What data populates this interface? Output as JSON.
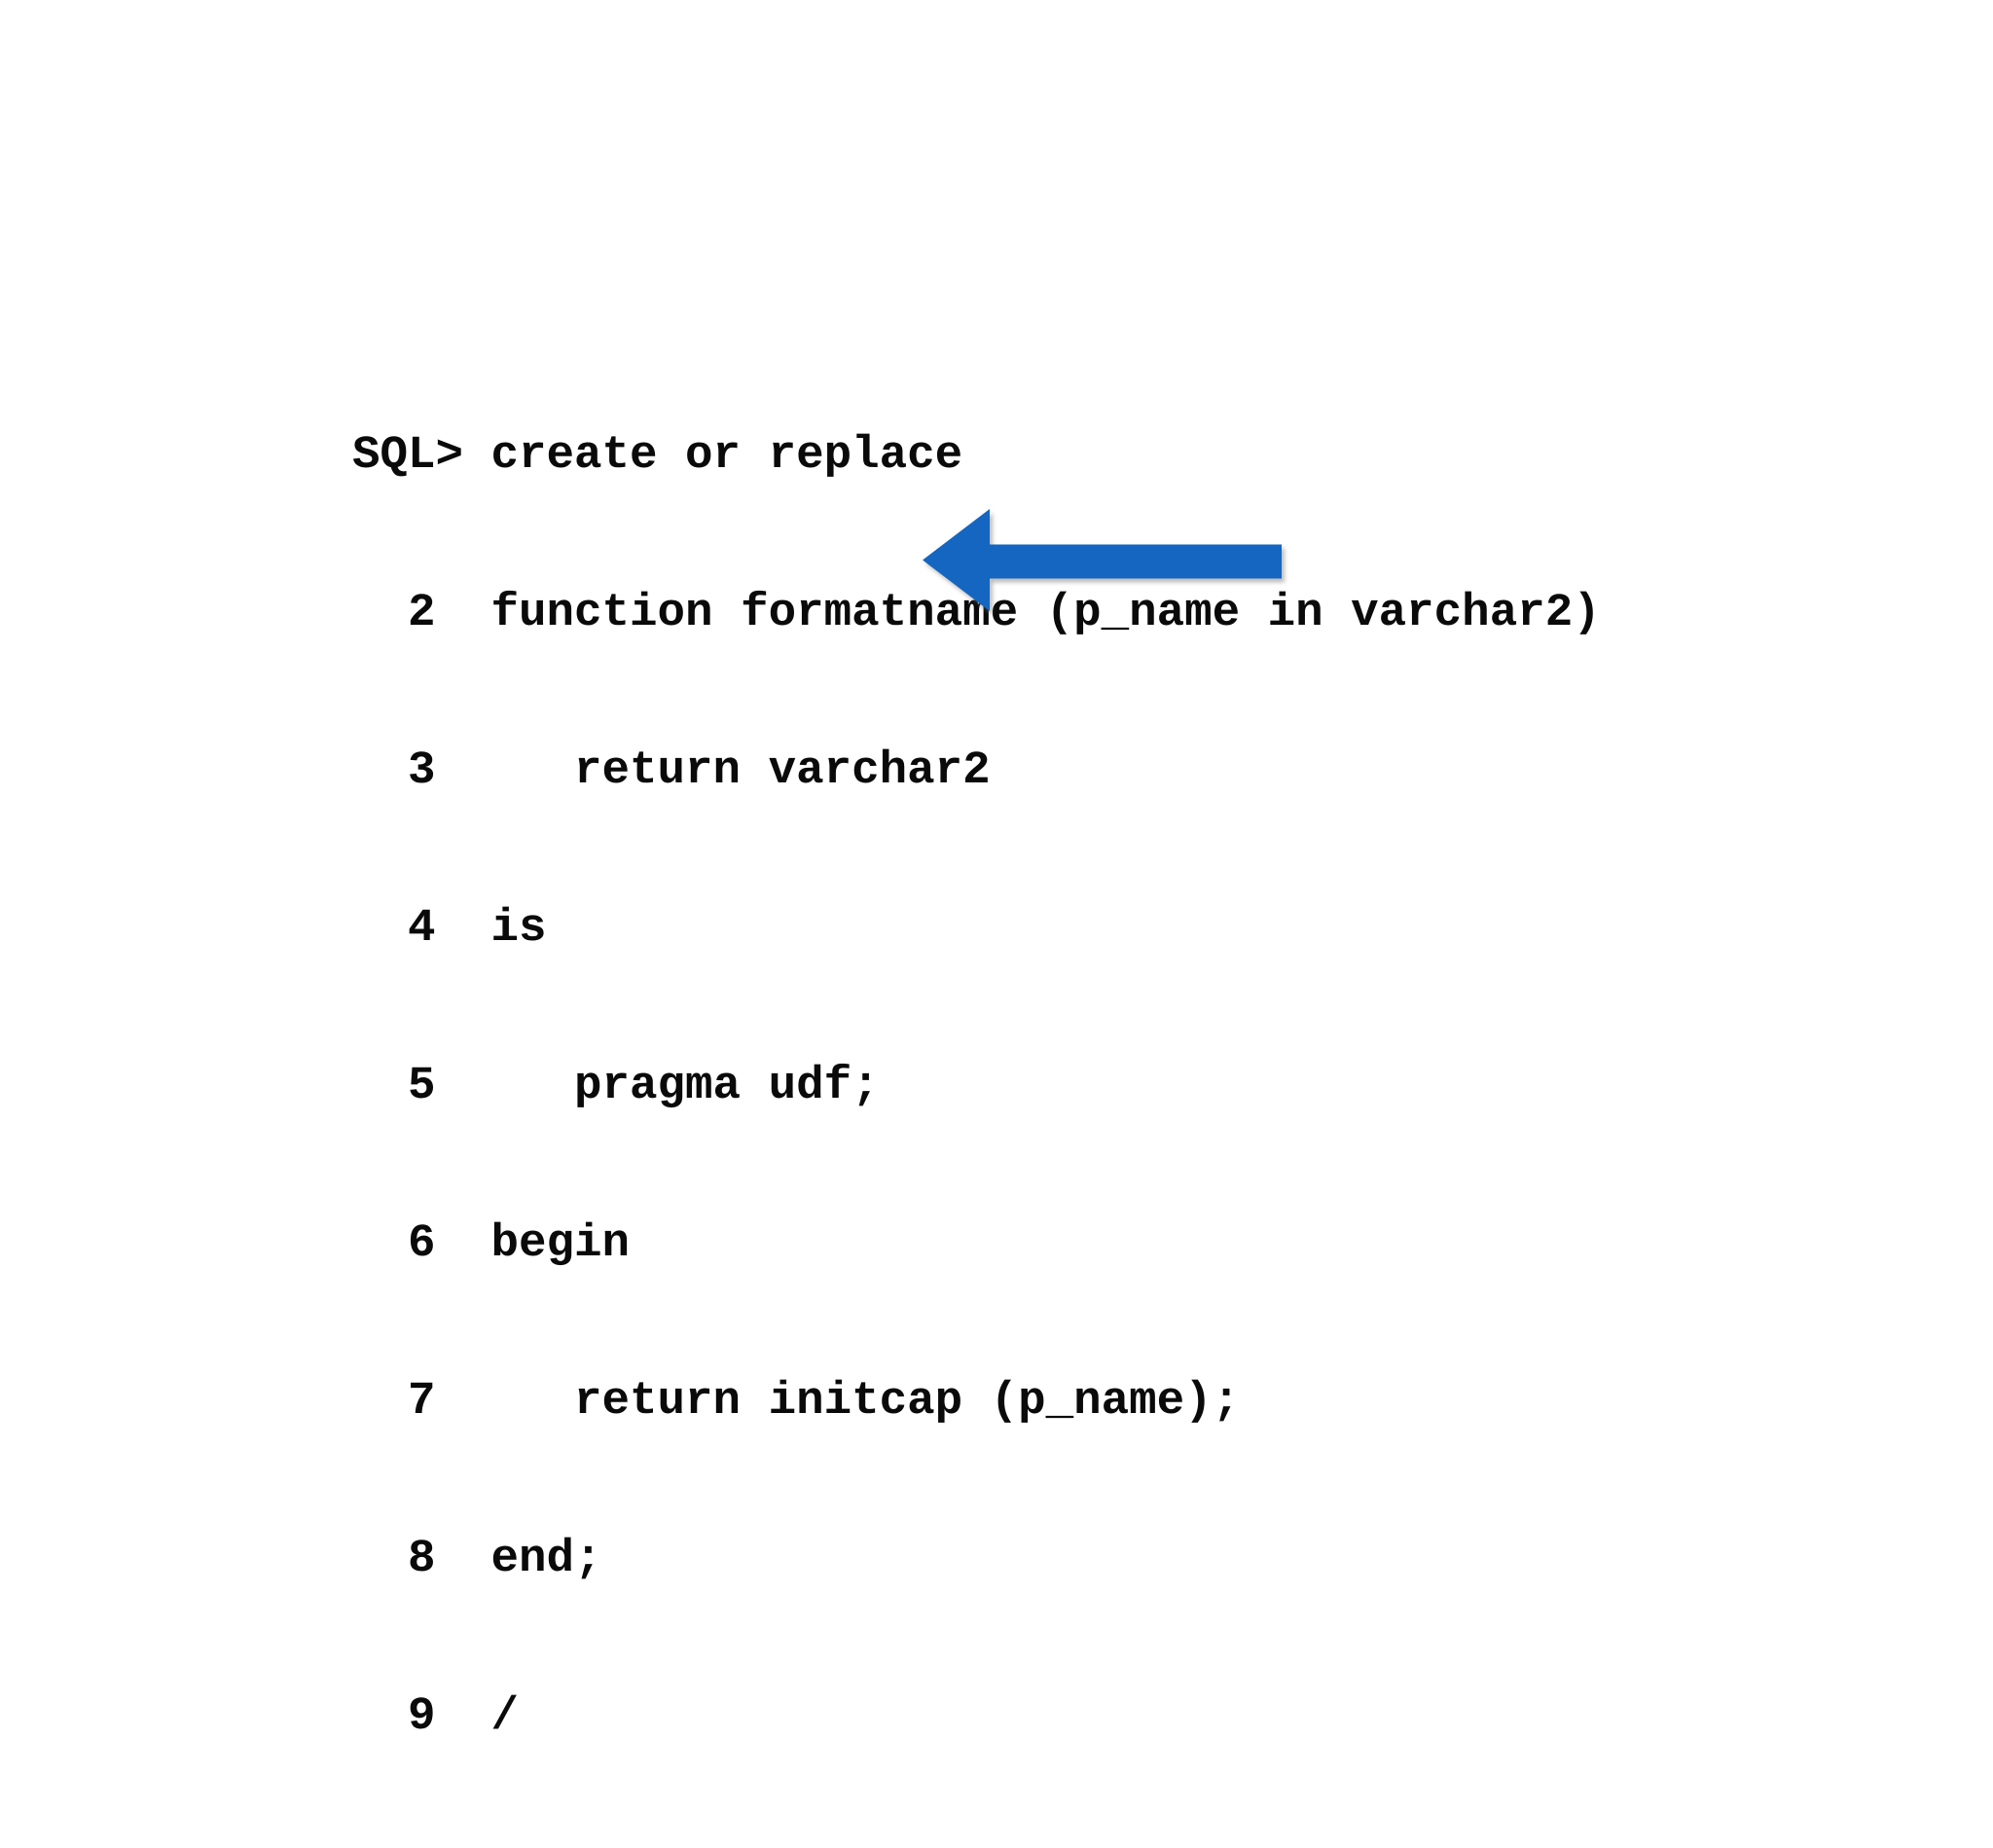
{
  "background_color": "#ffffff",
  "terminal": {
    "text_color": "#0a0a0a",
    "lines": [
      "SQL> create or replace",
      "  2  function formatname (p_name in varchar2)",
      "  3     return varchar2",
      "  4  is",
      "  5     pragma udf;",
      "  6  begin",
      "  7     return initcap (p_name);",
      "  8  end;",
      "  9  /"
    ]
  },
  "arrow": {
    "direction": "left",
    "color": "#1566C0",
    "annotated_text": "pragma udf;"
  }
}
